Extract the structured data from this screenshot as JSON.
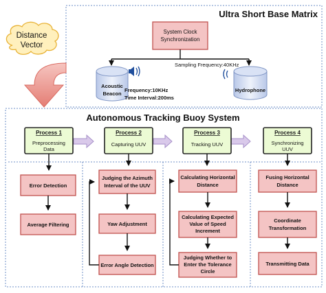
{
  "usbm": {
    "title": "Ultra Short Base Matrix",
    "sync_line1": "System Clock",
    "sync_line2": "Synchronization",
    "sampling": "Sampling Frequency:40KHz",
    "beacon_line1": "Acoustic",
    "beacon_line2": "Beacon",
    "freq": "Frequency:10KHz",
    "interval": "Time Interval:200ms",
    "hydrophone": "Hydrophone"
  },
  "cloud": {
    "line1": "Distance",
    "line2": "Vector"
  },
  "system": {
    "title": "Autonomous Tracking Buoy System",
    "processes": [
      {
        "name": "Process 1",
        "line1": "Preprocessing",
        "line2": "Data",
        "steps": [
          {
            "lines": [
              "Error Detection"
            ]
          },
          {
            "lines": [
              "Average Filtering"
            ]
          }
        ]
      },
      {
        "name": "Process 2",
        "line1": "Capturing UUV",
        "line2": "",
        "steps": [
          {
            "lines": [
              "Judging the Azimuth",
              "Interval of the UUV"
            ]
          },
          {
            "lines": [
              "Yaw Adjustment"
            ]
          },
          {
            "lines": [
              "Error Angle Detection"
            ]
          }
        ]
      },
      {
        "name": "Process 3",
        "line1": "Tracking UUV",
        "line2": "",
        "steps": [
          {
            "lines": [
              "Calculating Horizontal",
              "Distance"
            ]
          },
          {
            "lines": [
              "Calculating Expected",
              "Value of Speed",
              "Increment"
            ]
          },
          {
            "lines": [
              "Judging Whether to",
              "Enter the Tolerance",
              "Circle"
            ]
          }
        ]
      },
      {
        "name": "Process 4",
        "line1": "Synchronizing",
        "line2": "UUV",
        "steps": [
          {
            "lines": [
              "Fusing Horizontal",
              "Distance"
            ]
          },
          {
            "lines": [
              "Coordinate",
              "Transformation"
            ]
          },
          {
            "lines": [
              "Transmitting Data"
            ]
          }
        ]
      }
    ]
  }
}
